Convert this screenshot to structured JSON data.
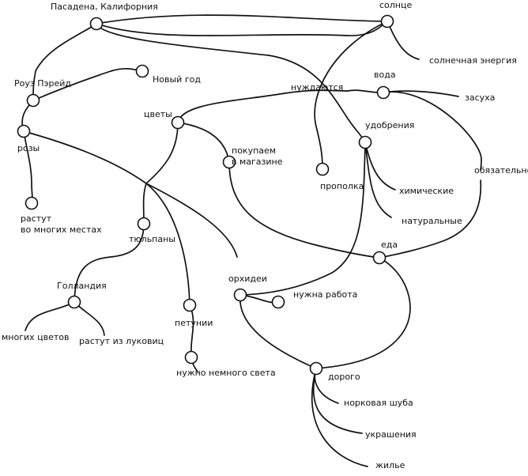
{
  "nodes": {
    "pasadena": "Пасадена, Калифорния",
    "sun": "солнце",
    "solar_energy": "солнечная энергия",
    "rose_parade": "Роуз Пэрейд",
    "new_year": "Новый год",
    "need": "нуждаются",
    "water": "вода",
    "drought": "засуха",
    "flowers": "цветы",
    "roses": "розы",
    "fertilizer": "удобрения",
    "buy_store": "покупаем\nв магазине",
    "weeding": "прополка",
    "required": "обязательно",
    "chemical": "химические",
    "natural": "натуральные",
    "grow_many": "растут\nво многих местах",
    "tulips": "тюльпаны",
    "food": "еда",
    "orchids": "орхидеи",
    "needs_work": "нужна работа",
    "holland": "Голландия",
    "many_flowers": "многих цветов",
    "grow_bulbs": "растут из луковиц",
    "petunias": "петунии",
    "little_light": "нужно немного света",
    "expensive": "дорого",
    "mink_coat": "норковая шуба",
    "jewelry": "украшения",
    "housing": "жилье"
  }
}
